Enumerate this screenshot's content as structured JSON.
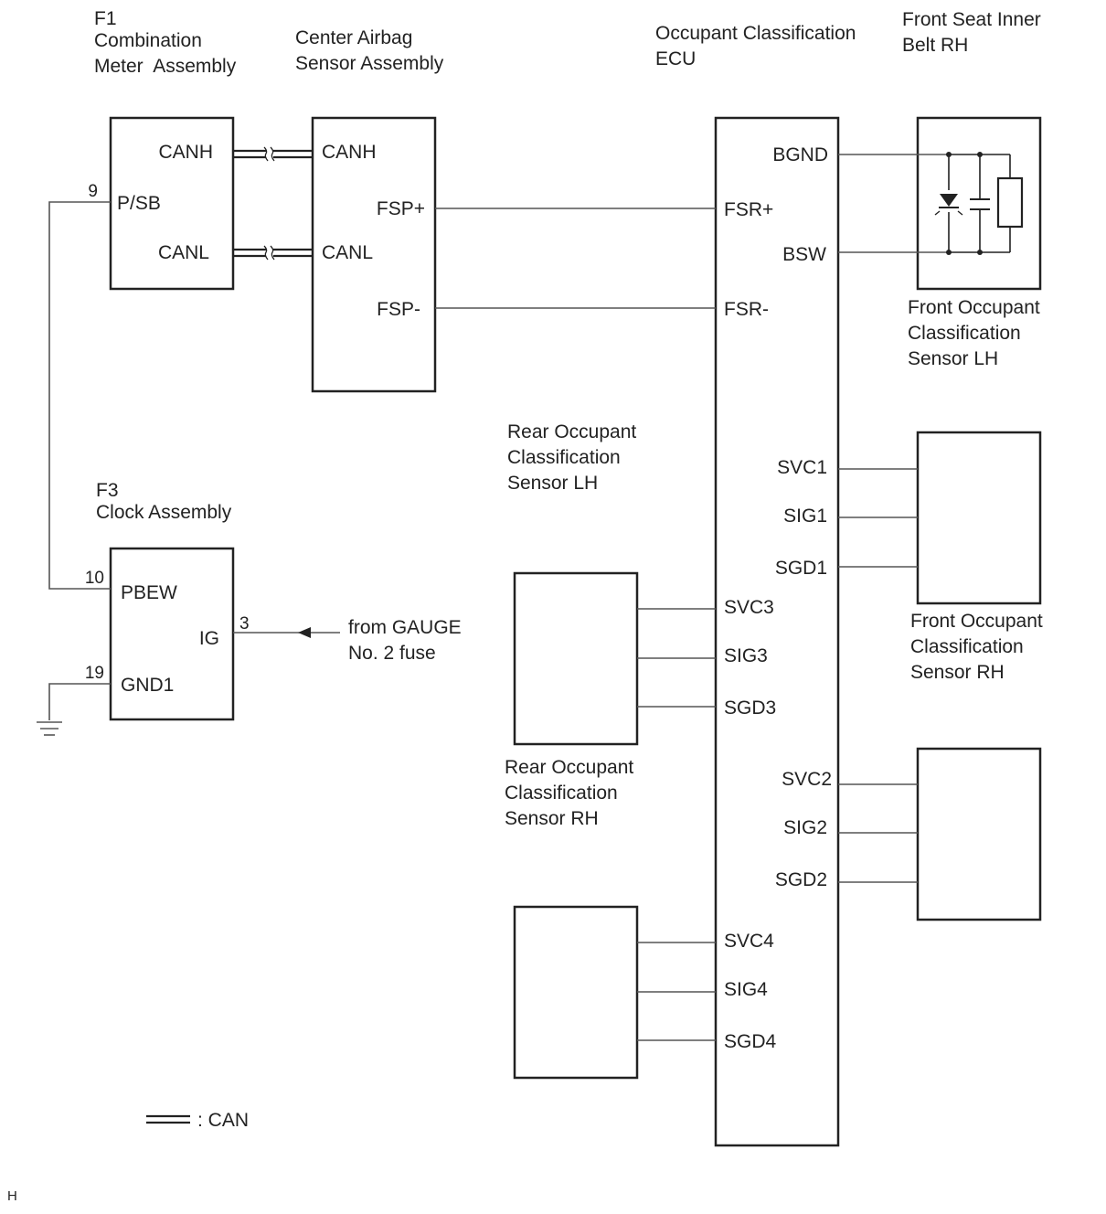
{
  "components": {
    "combination_meter": {
      "id_label": "F1",
      "name_line1": "Combination",
      "name_line2": "Meter  Assembly",
      "pins": {
        "canh": "CANH",
        "psb": "P/SB",
        "canl": "CANL"
      },
      "pin_numbers": {
        "psb": "9"
      }
    },
    "center_airbag": {
      "name_line1": "Center Airbag",
      "name_line2": "Sensor Assembly",
      "pins": {
        "canh": "CANH",
        "canl": "CANL",
        "fsp_plus": "FSP+",
        "fsp_minus": "FSP-"
      }
    },
    "occupant_ecu": {
      "name_line1": "Occupant Classification",
      "name_line2": "ECU",
      "pins": {
        "bgnd": "BGND",
        "fsr_plus": "FSR+",
        "bsw": "BSW",
        "fsr_minus": "FSR-",
        "svc1": "SVC1",
        "sig1": "SIG1",
        "sgd1": "SGD1",
        "svc3": "SVC3",
        "sig3": "SIG3",
        "sgd3": "SGD3",
        "svc2": "SVC2",
        "sig2": "SIG2",
        "sgd2": "SGD2",
        "svc4": "SVC4",
        "sig4": "SIG4",
        "sgd4": "SGD4"
      }
    },
    "front_seat_belt": {
      "name_line1": "Front Seat Inner",
      "name_line2": "Belt RH"
    },
    "front_sensor_lh": {
      "name_line1": "Front Occupant",
      "name_line2": "Classification",
      "name_line3": "Sensor LH"
    },
    "front_sensor_rh": {
      "name_line1": "Front Occupant",
      "name_line2": "Classification",
      "name_line3": "Sensor RH"
    },
    "rear_sensor_lh": {
      "name_line1": "Rear Occupant",
      "name_line2": "Classification",
      "name_line3": "Sensor LH"
    },
    "rear_sensor_rh": {
      "name_line1": "Rear Occupant",
      "name_line2": "Classification",
      "name_line3": "Sensor RH"
    },
    "clock_assembly": {
      "id_label": "F3",
      "name": "Clock Assembly",
      "pins": {
        "pbew": "PBEW",
        "ig": "IG",
        "gnd1": "GND1"
      },
      "pin_numbers": {
        "pbew": "10",
        "ig": "3",
        "gnd1": "19"
      }
    }
  },
  "fuse_note": {
    "line1": "from GAUGE",
    "line2": "No. 2 fuse"
  },
  "legend": {
    "can_label": ": CAN"
  },
  "corner_mark": "H"
}
